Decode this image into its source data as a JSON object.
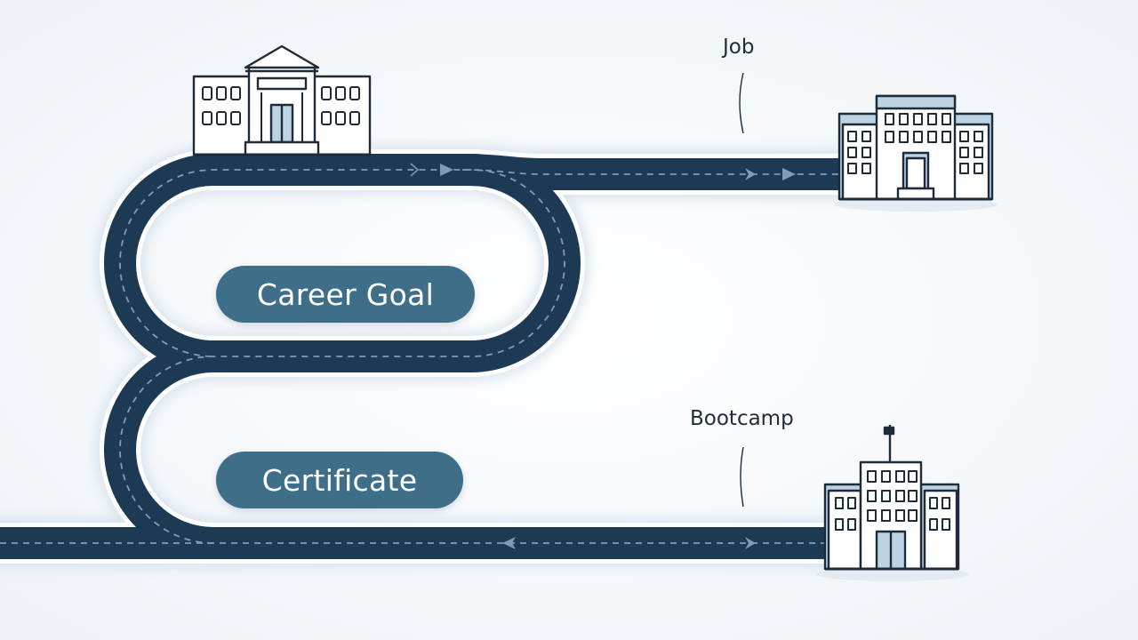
{
  "milestones": {
    "career_goal": "Career Goal",
    "certificate": "Certificate"
  },
  "destinations": {
    "job": "Job",
    "bootcamp": "Bootcamp"
  },
  "colors": {
    "road": "#1d3a55",
    "road_dash": "#7e9cb4",
    "pill": "#3f6e88",
    "building_outline": "#1e2b38",
    "building_fill": "#ffffff",
    "building_accent": "#bcd3e4"
  },
  "icons": [
    "university-building-icon",
    "office-building-icon",
    "school-building-icon",
    "direction-arrow-icon"
  ]
}
